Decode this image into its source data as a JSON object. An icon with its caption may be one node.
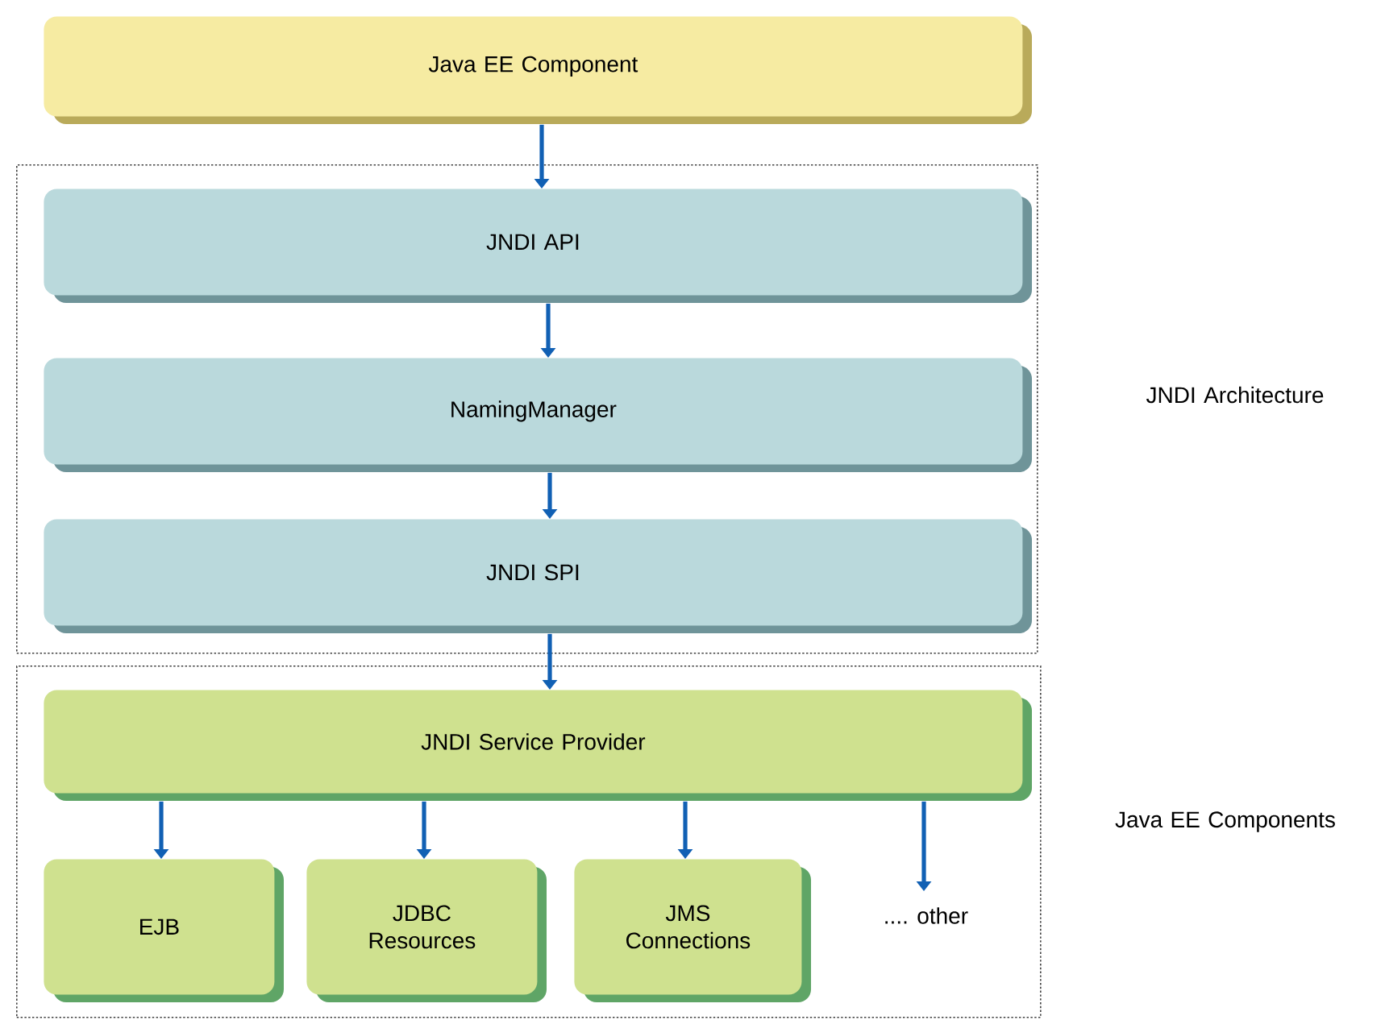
{
  "diagram": {
    "nodes": [
      {
        "text": [
          "Java EE Component"
        ]
      },
      {
        "text": [
          "JNDI Architecture"
        ]
      },
      {
        "text": [
          "JNDI  API"
        ],
        "in": 1
      },
      {
        "text": [
          "NamingManager"
        ],
        "in": 1
      },
      {
        "text": [
          "JNDI  SPI"
        ],
        "in": 1
      },
      {
        "text": [
          "Java EE Components"
        ]
      },
      {
        "text": [
          "JNDI Service Provider"
        ],
        "in": 5
      },
      {
        "text": [
          "EJB"
        ],
        "in": 5
      },
      {
        "text": [
          "JDBC Resources"
        ],
        "in": 5
      },
      {
        "text": [
          "JMS Connections"
        ],
        "in": 5
      },
      {
        "text": [
          ".... other"
        ],
        "in": 5
      }
    ],
    "edges": [
      {
        "from": 0,
        "to": 2,
        "arrow": "to"
      },
      {
        "from": 2,
        "to": 3,
        "arrow": "to"
      },
      {
        "from": 3,
        "to": 4,
        "arrow": "to"
      },
      {
        "from": 4,
        "to": 6,
        "arrow": "to"
      },
      {
        "from": 6,
        "to": 7,
        "arrow": "to"
      },
      {
        "from": 6,
        "to": 8,
        "arrow": "to"
      },
      {
        "from": 6,
        "to": 9,
        "arrow": "to"
      },
      {
        "from": 6,
        "to": 10,
        "arrow": "to"
      }
    ]
  }
}
